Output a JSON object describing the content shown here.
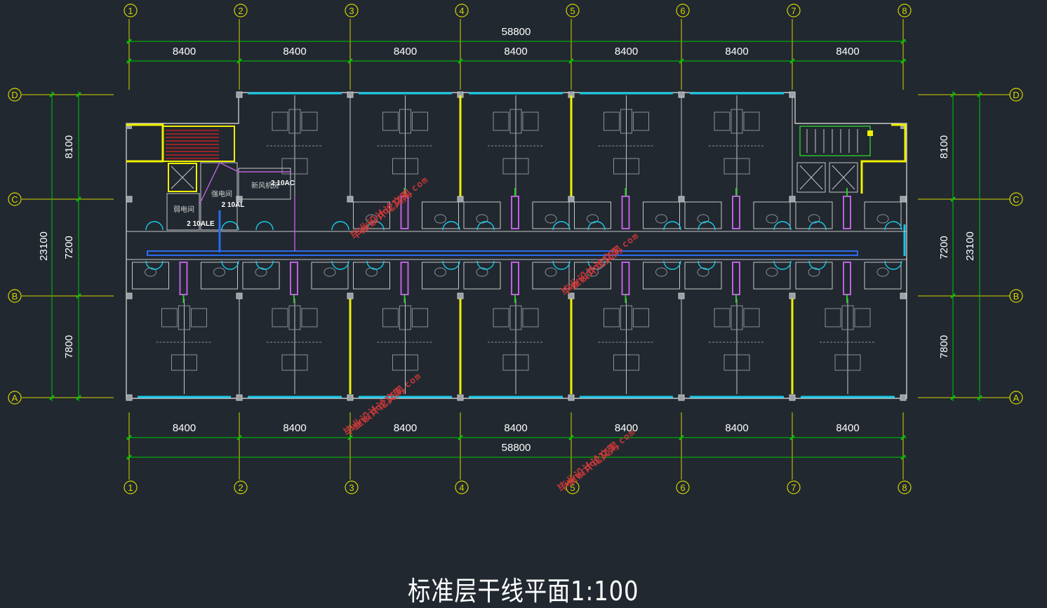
{
  "drawing": {
    "title": "标准层干线平面1:100",
    "column_axes": [
      "1",
      "2",
      "3",
      "4",
      "5",
      "6",
      "7",
      "8"
    ],
    "row_axes": [
      "D",
      "C",
      "B",
      "A"
    ],
    "bay_dimensions": [
      "8400",
      "8400",
      "8400",
      "8400",
      "8400",
      "8400",
      "8400"
    ],
    "overall_length": "58800",
    "row_dimensions": [
      "8100",
      "7200",
      "7800"
    ],
    "overall_width": "23100",
    "room_labels": {
      "strong_electric": "强电间",
      "weak_electric": "弱电间",
      "fresh_air_room": "新风机房"
    },
    "cable_labels": {
      "cable_ac": "2 10AC",
      "cable_al": "2 10AL",
      "cable_ale": "2 10ALE"
    },
    "watermark": {
      "cn": "毕业设计论文网",
      "url": "www.doc163.com"
    },
    "colors": {
      "background": "#212830",
      "axis": "#d4d400",
      "dimension": "#00c800",
      "wall": "#c8c8c8",
      "window": "#19c8e6",
      "partition": "#f0f000",
      "trunk": "#2a6cf0",
      "riser": "#c060e0"
    }
  }
}
